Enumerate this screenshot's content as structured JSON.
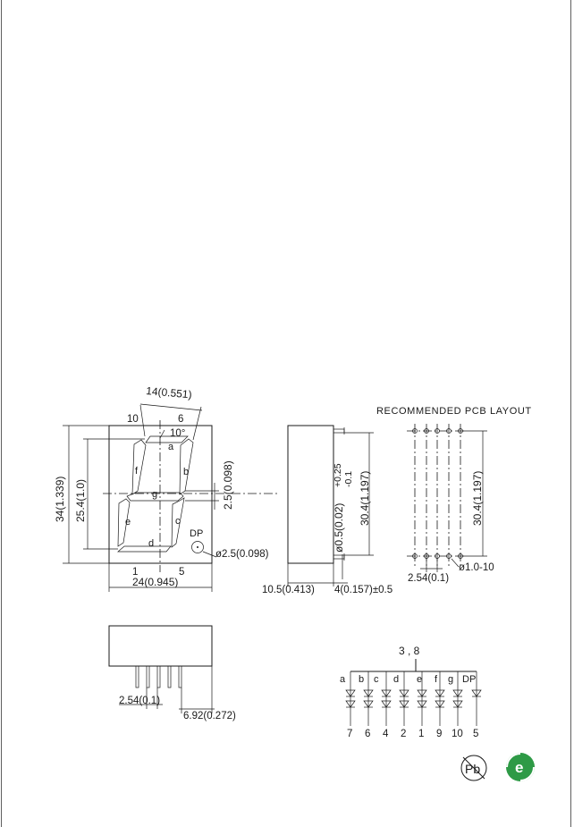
{
  "front_view": {
    "segments": [
      "a",
      "b",
      "c",
      "d",
      "e",
      "f",
      "g"
    ],
    "pin_top_left": "10",
    "pin_top_right": "6",
    "pin_bottom_left": "1",
    "pin_bottom_right": "5",
    "dp_label": "DP",
    "slant_angle": "10°",
    "dim_top": "14(0.551)",
    "dim_height": "34(1.339)",
    "dim_digit_height": "25.4(1.0)",
    "dim_width": "24(0.945)",
    "dim_segment": "2.5(0.098)",
    "dim_dp": "ø2.5(0.098)"
  },
  "side_view": {
    "dim_pin_dia_1": "ø0.5(0.02)",
    "dim_tol_plus": "+0.25",
    "dim_tol_minus": "-0.1",
    "dim_pin_span": "30.4(1.197)",
    "dim_depth": "10.5(0.413)",
    "dim_pin_length": "4(0.157)±0.5"
  },
  "pcb_layout": {
    "title": "RECOMMENDED PCB LAYOUT",
    "dim_span": "30.4(1.197)",
    "dim_pitch": "2.54(0.1)",
    "dim_hole": "ø1.0-10"
  },
  "bottom_view": {
    "dim_pitch": "2.54(0.1)",
    "dim_offset": "6.92(0.272)"
  },
  "circuit": {
    "common_pins": "3 , 8",
    "segment_labels": [
      "a",
      "b",
      "c",
      "d",
      "e",
      "f",
      "g",
      "DP"
    ],
    "pin_numbers": [
      "7",
      "6",
      "4",
      "2",
      "1",
      "9",
      "10",
      "5"
    ]
  },
  "badges": {
    "lead_free": "Pb",
    "eco": "e"
  }
}
